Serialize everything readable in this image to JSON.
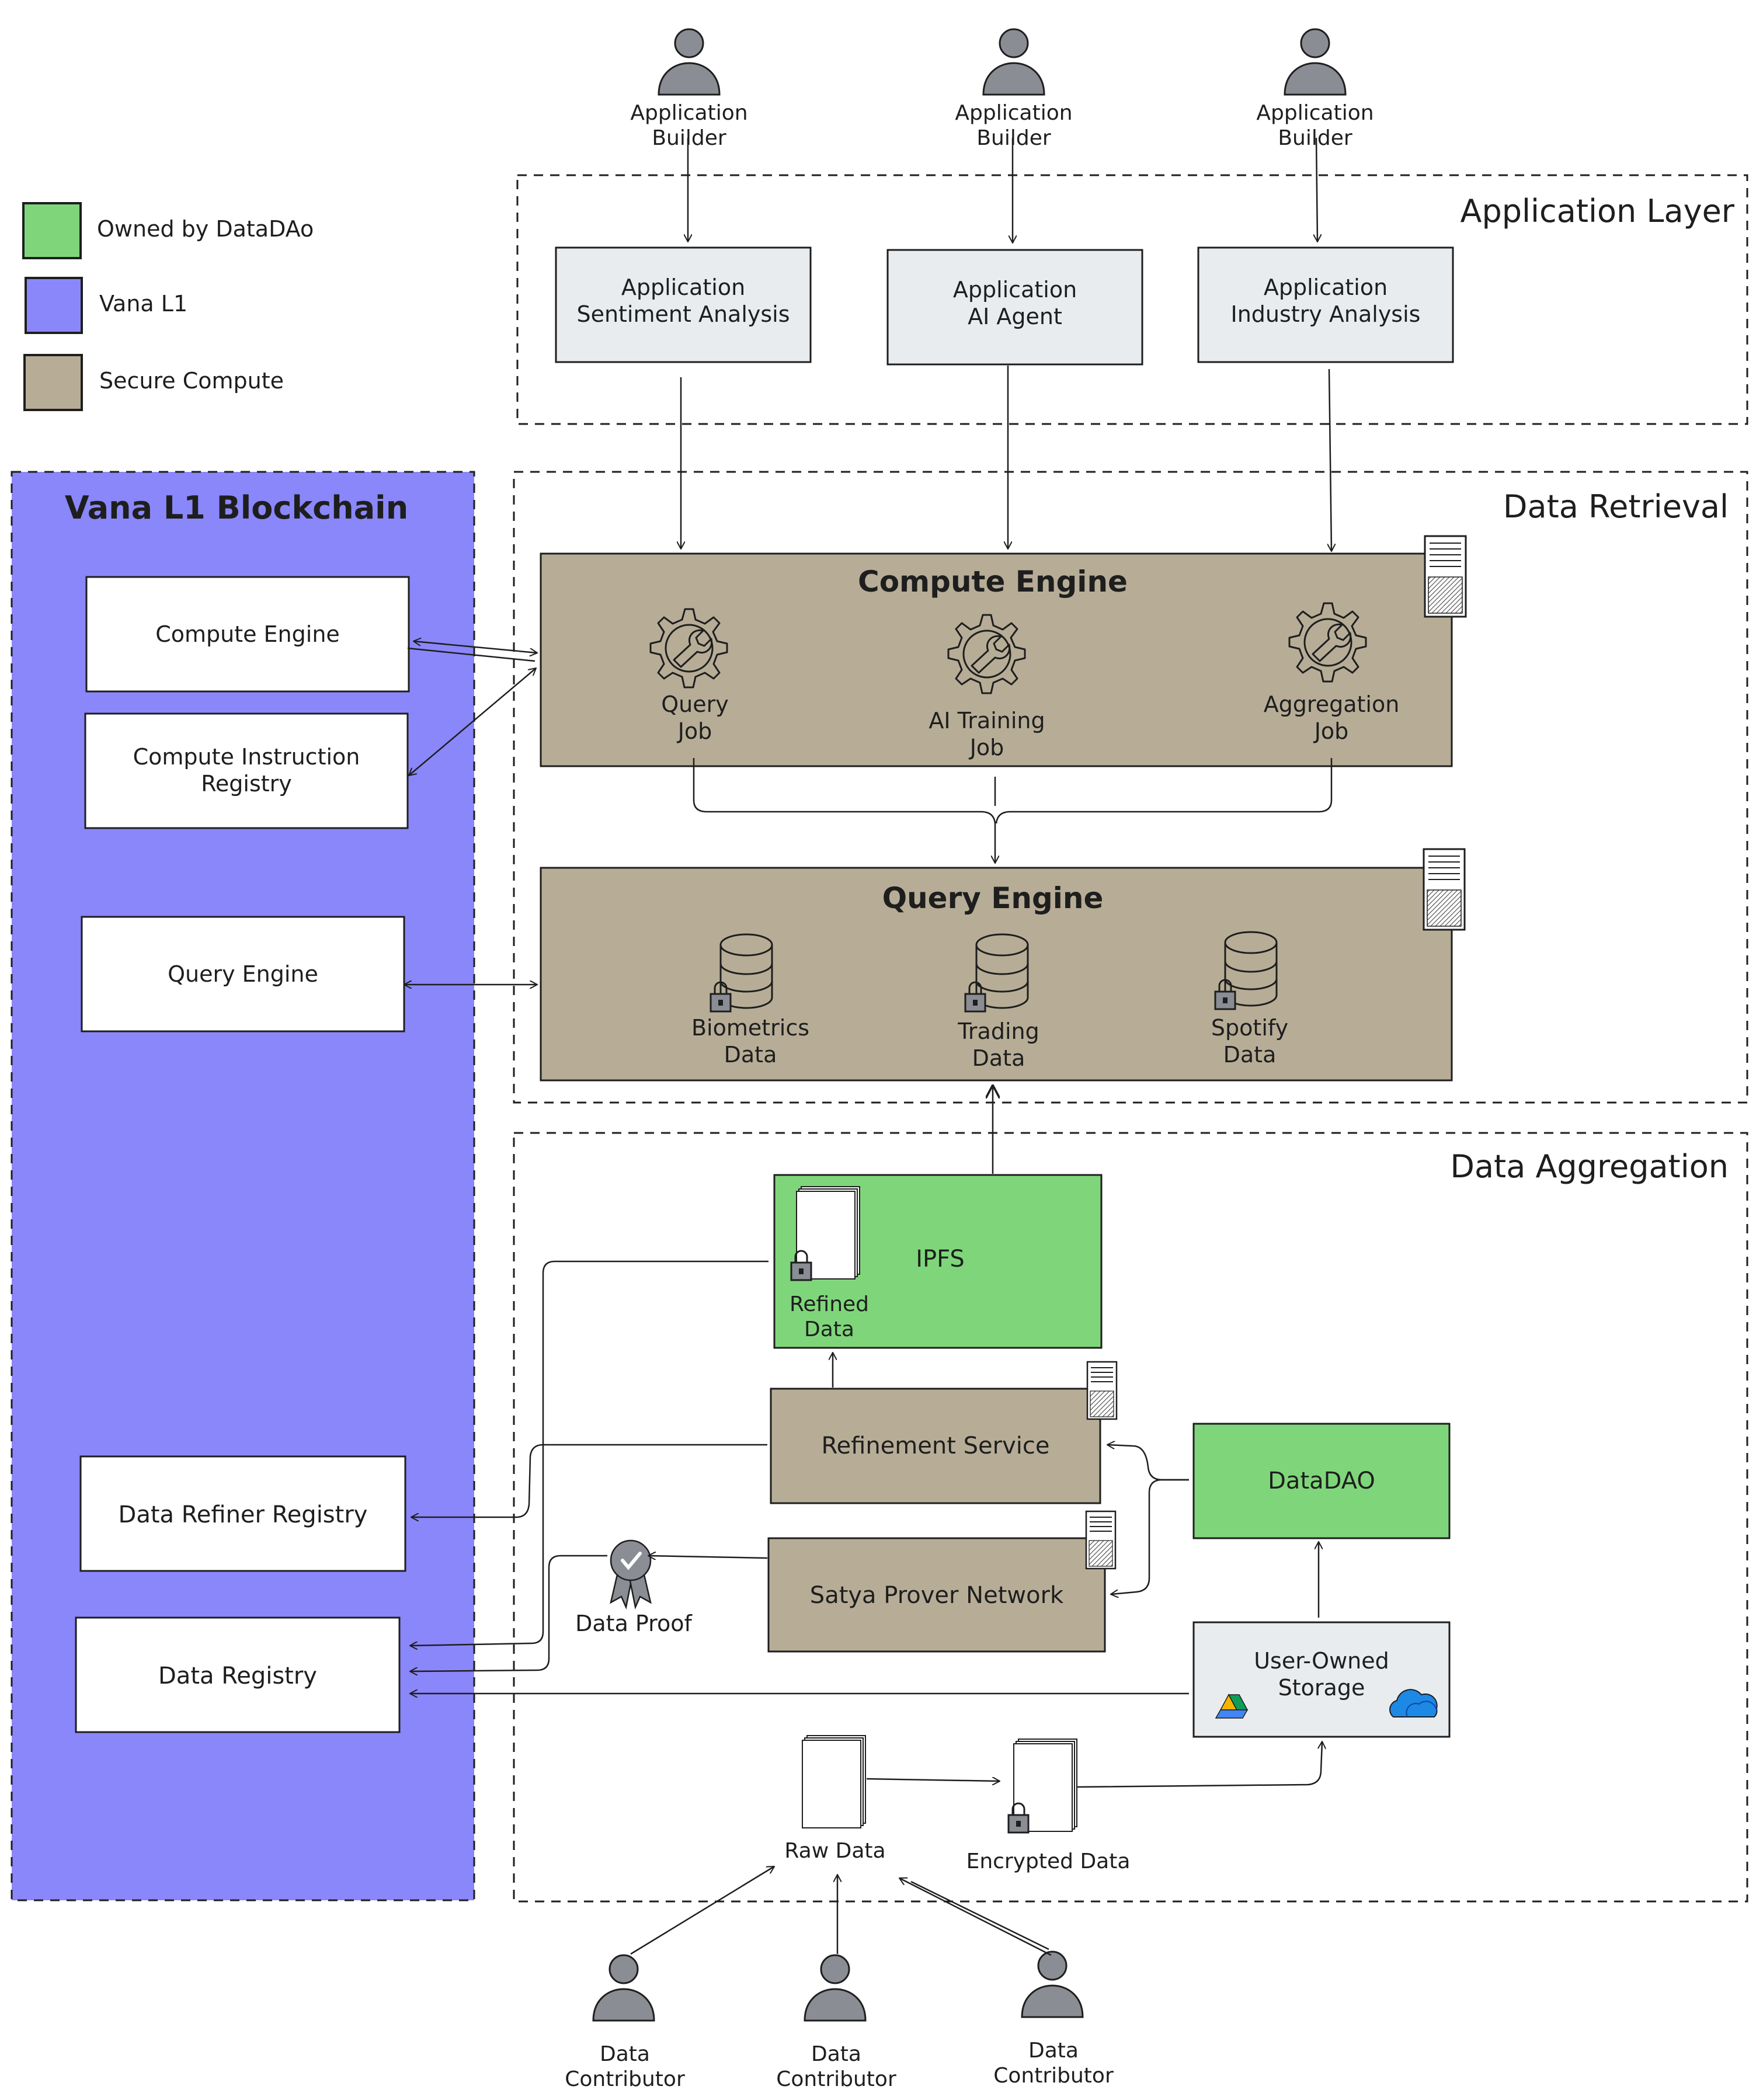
{
  "legend": {
    "owned_by_datadao": "Owned by DataDAo",
    "vana_l1": "Vana L1",
    "secure_compute": "Secure Compute",
    "colors": {
      "owned": "#7fd67a",
      "vana": "#8a87fa",
      "secure": "#b7ad97"
    }
  },
  "people": {
    "builder_1": "Application\nBuilder",
    "builder_2": "Application\nBuilder",
    "builder_3": "Application\nBuilder",
    "contributor_1": "Data\nContributor",
    "contributor_2": "Data\nContributor",
    "contributor_3": "Data\nContributor"
  },
  "application_layer": {
    "title": "Application Layer",
    "apps": [
      "Application\nSentiment Analysis",
      "Application\nAI Agent",
      "Application\nIndustry Analysis"
    ]
  },
  "vana": {
    "title": "Vana L1 Blockchain",
    "compute_engine": "Compute Engine",
    "compute_instruction_registry": "Compute Instruction\nRegistry",
    "query_engine": "Query Engine",
    "data_refiner_registry": "Data Refiner Registry",
    "data_registry": "Data Registry"
  },
  "data_retrieval": {
    "title": "Data Retrieval",
    "compute_engine": {
      "title": "Compute Engine",
      "jobs": [
        "Query\nJob",
        "AI Training\nJob",
        "Aggregation\nJob"
      ]
    },
    "query_engine": {
      "title": "Query Engine",
      "datasets": [
        "Biometrics\nData",
        "Trading\nData",
        "Spotify\nData"
      ]
    }
  },
  "data_aggregation": {
    "title": "Data Aggregation",
    "ipfs": "IPFS",
    "refined_data": "Refined\nData",
    "refinement_service": "Refinement Service",
    "satya": "Satya Prover Network",
    "datadao": "DataDAO",
    "user_storage": "User-Owned\nStorage",
    "data_proof": "Data Proof",
    "raw_data": "Raw Data",
    "encrypted_data": "Encrypted Data"
  }
}
